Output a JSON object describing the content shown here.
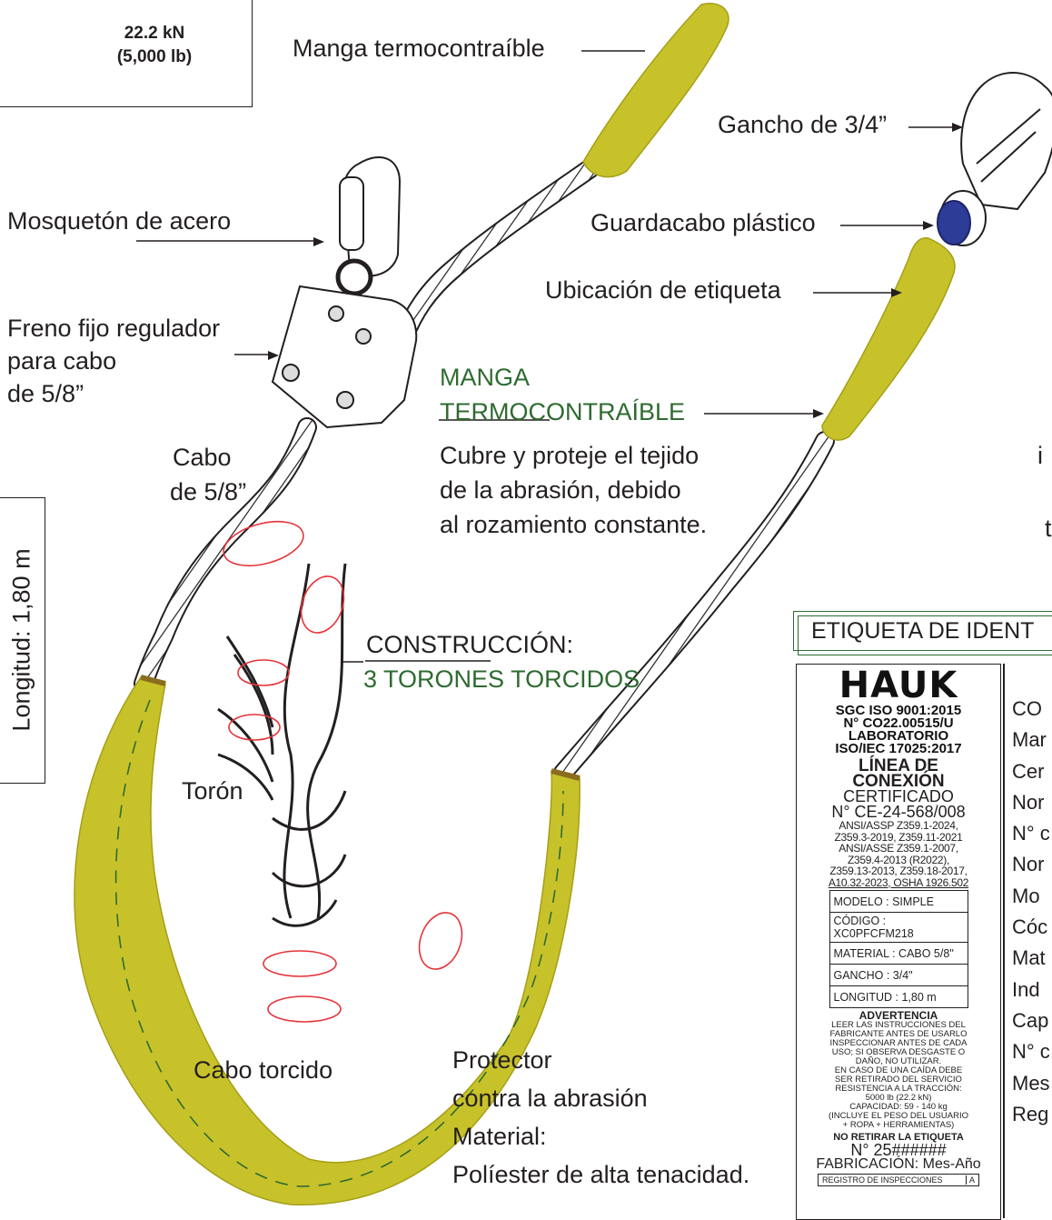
{
  "strength": {
    "line1": "22.2 kN",
    "line2": "(5,000 lb)"
  },
  "length_label": "Longitud: 1,80 m",
  "callouts": {
    "sleeve": "Manga termocontraíble",
    "hook": "Gancho de 3/4”",
    "carabiner": "Mosquetón de acero",
    "thimble": "Guardacabo plástico",
    "label_location": "Ubicación de etiqueta",
    "brake_l1": "Freno fijo regulador",
    "brake_l2": "para cabo",
    "brake_l3": "de 5/8”",
    "rope_l1": "Cabo",
    "rope_l2": "de 5/8”",
    "strand": "Torón",
    "twisted_rope": "Cabo torcido",
    "partial_right_1": "i",
    "partial_right_2": "t"
  },
  "sleeve_info": {
    "title_l1": "MANGA",
    "title_l2": "TERMOCONTRAÍBLE",
    "desc_l1": "Cubre y proteje el tejido",
    "desc_l2": "de la abrasión, debido",
    "desc_l3": "al rozamiento constante."
  },
  "construction": {
    "title": "CONSTRUCCIÓN:",
    "value": "3 TORONES TORCIDOS"
  },
  "protector": {
    "l1": "Protector",
    "l2": "contra  la abrasión",
    "l3": "Material:",
    "l4": "Políester de alta tenacidad."
  },
  "etiqueta_title": "ETIQUETA DE IDENT",
  "label": {
    "brand": "HAUK",
    "sgc_l1": "SGC ISO 9001:2015",
    "sgc_l2": "N° CO22.00515/U",
    "lab_l1": "LABORATORIO",
    "lab_l2": "ISO/IEC 17025:2017",
    "product_l1": "LÍNEA DE",
    "product_l2": "CONEXIÓN",
    "cert_l1": "CERTIFICADO",
    "cert_l2": "N° CE-24-568/008",
    "norms": [
      "ANSI/ASSP Z359.1-2024,",
      "Z359.3-2019, Z359.11-2021",
      "ANSI/ASSE Z359.1-2007,",
      "Z359.4-2013 (R2022),",
      "Z359.13-2013, Z359.18-2017,",
      "A10.32-2023, OSHA 1926.502"
    ],
    "specs": [
      "MODELO : SIMPLE",
      "CÓDIGO : XC0PFCFM218",
      "MATERIAL : CABO 5/8\"",
      "GANCHO : 3/4\"",
      "LONGITUD  : 1,80 m"
    ],
    "warning_title": "ADVERTENCIA",
    "warning_lines": [
      "LEER LAS INSTRUCCIONES DEL",
      "FABRICANTE ANTES DE USARLO",
      "INSPECCIONAR ANTES DE CADA",
      "USO; SI OBSERVA DESGASTE O",
      "DAÑO, NO UTILIZAR.",
      "EN CASO DE UNA CAÍDA DEBE",
      "SER RETIRADO DEL SERVICIO",
      "RESISTENCIA  A  LA TRACCIÓN:",
      "5000 lb (22.2 kN)",
      "CAPACIDAD: 59 - 140 kg",
      "(INCLUYE EL PESO DEL USUARIO",
      "+ ROPA + HERRAMIENTAS)"
    ],
    "no_remove": "NO RETIRAR LA ETIQUETA",
    "serial": "N° 25######",
    "fabrication": "FABRICACIÓN: Mes-Año",
    "register": "REGISTRO  DE  INSPECCIONES",
    "register_col": "A"
  },
  "right_list": [
    "CO",
    "Mar",
    "Cer",
    "Nor",
    "N° c",
    "Nor",
    "Mo",
    "Cóc",
    "Mat",
    "Ind",
    "Cap",
    "N° c",
    "Mes",
    "Reg"
  ],
  "colors": {
    "sleeve": "#c8c22a",
    "sleeve_dark": "#a49f17",
    "accent_green": "#2e6b30",
    "arrow_red": "#e6333a",
    "thimble": "#2d3c97"
  }
}
